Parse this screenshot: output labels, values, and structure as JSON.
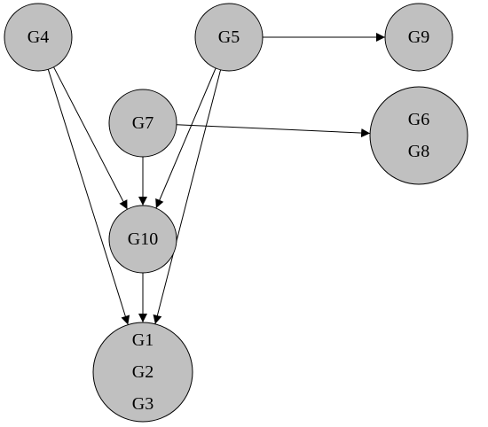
{
  "graph": {
    "nodes": [
      {
        "id": "G4",
        "labels": [
          "G4"
        ]
      },
      {
        "id": "G5",
        "labels": [
          "G5"
        ]
      },
      {
        "id": "G9",
        "labels": [
          "G9"
        ]
      },
      {
        "id": "G7",
        "labels": [
          "G7"
        ]
      },
      {
        "id": "G6_G8",
        "labels": [
          "G6",
          "G8"
        ]
      },
      {
        "id": "G10",
        "labels": [
          "G10"
        ]
      },
      {
        "id": "G1_G2_G3",
        "labels": [
          "G1",
          "G2",
          "G3"
        ]
      }
    ],
    "edges": [
      {
        "from": "G4",
        "to": "G10"
      },
      {
        "from": "G4",
        "to": "G1_G2_G3"
      },
      {
        "from": "G5",
        "to": "G9"
      },
      {
        "from": "G5",
        "to": "G10"
      },
      {
        "from": "G5",
        "to": "G1_G2_G3"
      },
      {
        "from": "G7",
        "to": "G6_G8"
      },
      {
        "from": "G7",
        "to": "G10"
      },
      {
        "from": "G10",
        "to": "G1_G2_G3"
      }
    ]
  },
  "colors": {
    "node_fill": "#c0c0c0",
    "stroke": "#000000",
    "background": "#ffffff"
  }
}
